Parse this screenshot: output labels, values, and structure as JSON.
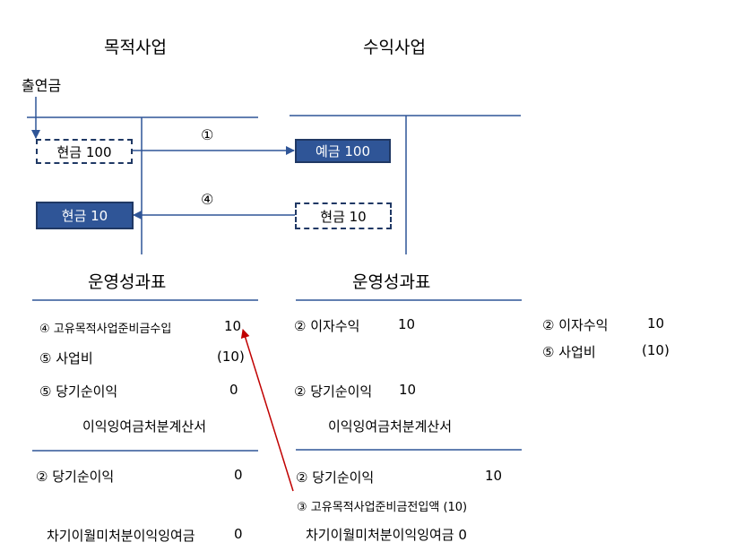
{
  "purpose_business": {
    "title": "목적사업",
    "contribution_label": "출연금",
    "cash_dashed": "현금 100",
    "cash_solid": "현금 10"
  },
  "profit_business": {
    "title": "수익사업",
    "deposit_solid": "예금 100",
    "cash_dashed": "현금 10"
  },
  "flows": {
    "step1": "①",
    "step4": "④"
  },
  "left_statement": {
    "title": "운영성과표",
    "rows": [
      {
        "label": "④ 고유목적사업준비금수입",
        "value": "10"
      },
      {
        "label": "⑤ 사업비",
        "value": "(10)"
      },
      {
        "label": "⑤ 당기순이익",
        "value": "0"
      }
    ],
    "surplus_title": "이익잉여금처분계산서",
    "surplus_rows": [
      {
        "label": "②   당기순이익",
        "value": "0"
      },
      {
        "label": "차기이월미처분이익잉여금",
        "value": "0"
      }
    ]
  },
  "right_statement": {
    "title": "운영성과표",
    "rows": [
      {
        "label": "② 이자수익",
        "value": "10"
      },
      {
        "label": "② 당기순이익",
        "value": "10"
      }
    ],
    "surplus_title": "이익잉여금처분계산서",
    "surplus_rows": [
      {
        "label": "②   당기순이익",
        "value": "10"
      },
      {
        "label": "③  고유목적사업준비금전입액 (10)",
        "value": ""
      },
      {
        "label": "차기이월미처분이익잉여금 0",
        "value": ""
      }
    ]
  },
  "side_notes": {
    "rows": [
      {
        "label": "② 이자수익",
        "value": "10"
      },
      {
        "label": "⑤ 사업비",
        "value": "(10)"
      }
    ]
  },
  "colors": {
    "box_fill": "#2f5597",
    "box_border": "#1f3864",
    "rule": "#2f5597",
    "flow_line": "#2f5597",
    "link_arrow": "#c00000"
  }
}
